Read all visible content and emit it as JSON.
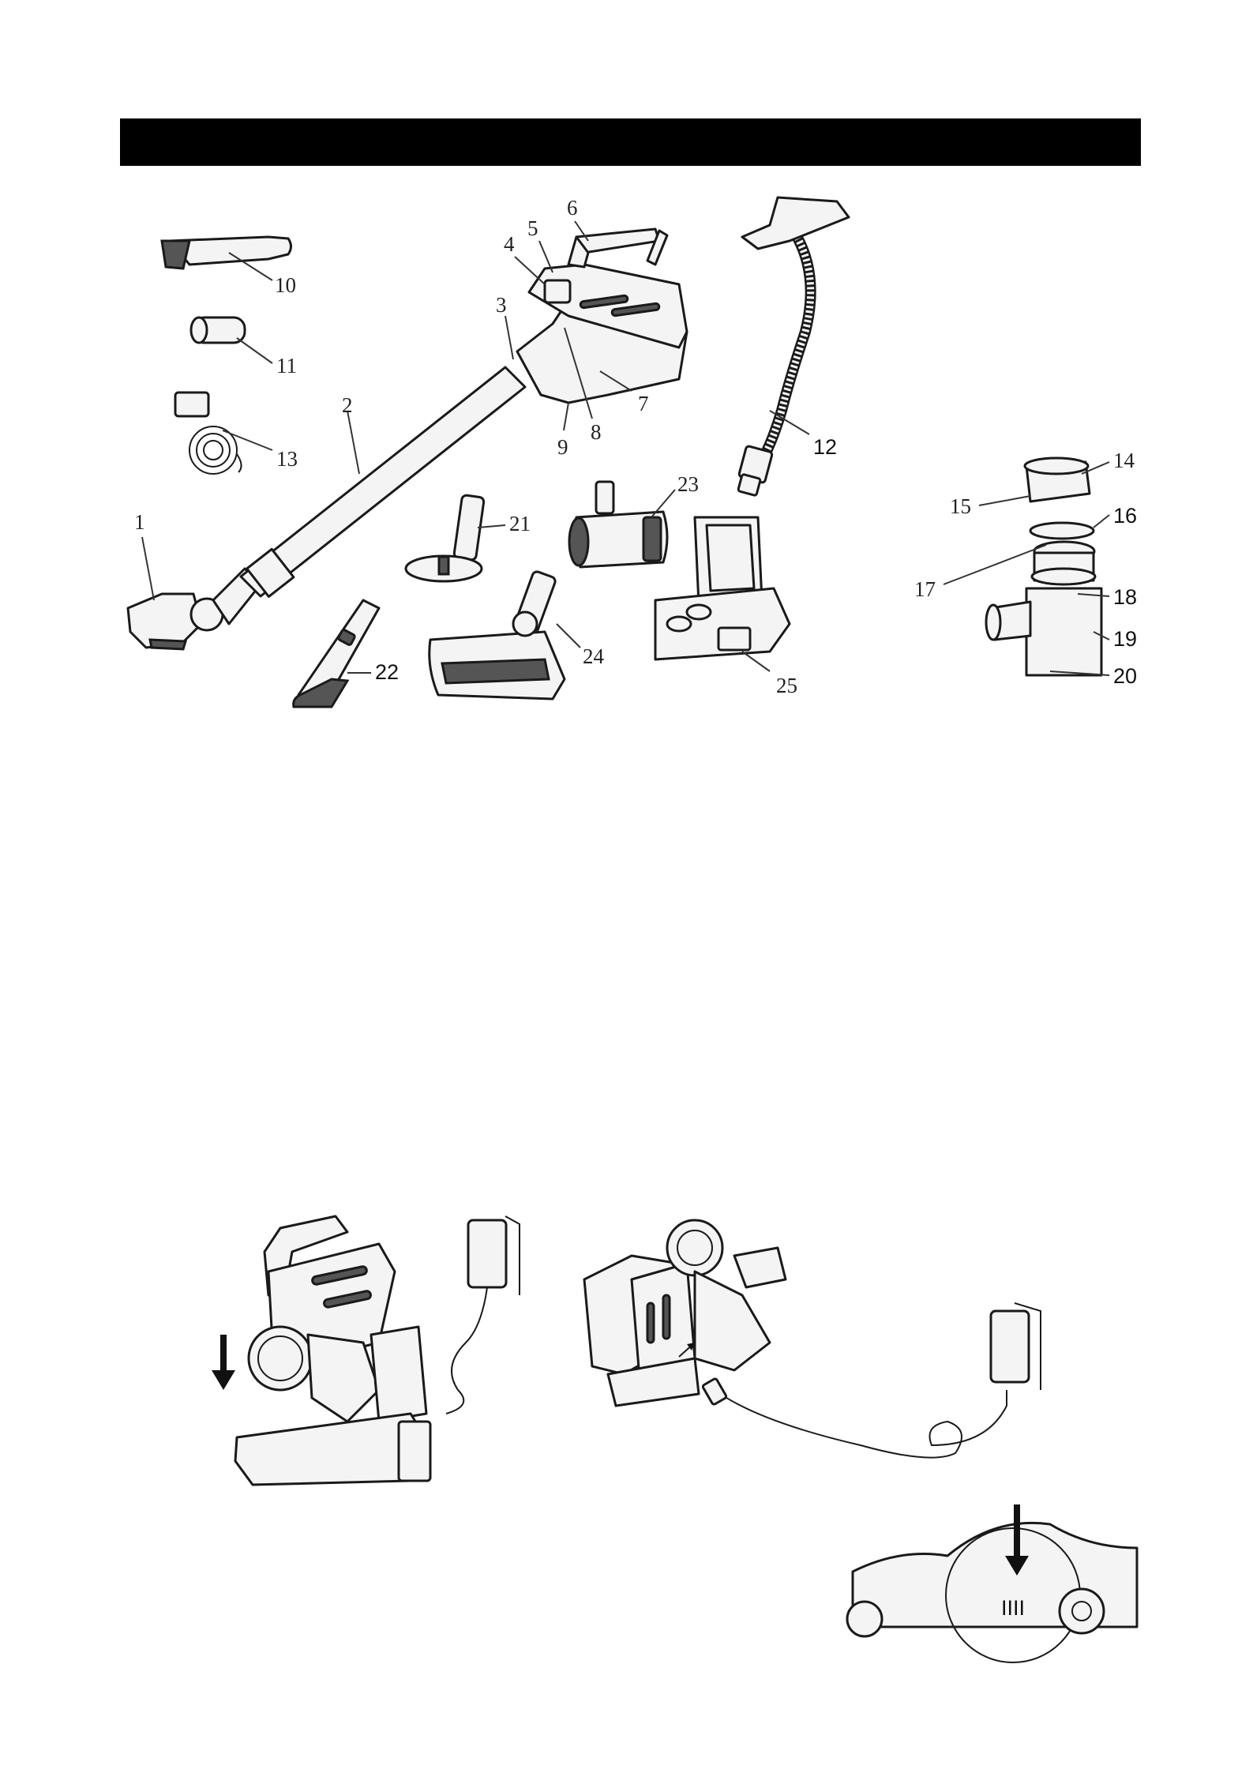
{
  "parts_diagram": {
    "callouts": [
      "1",
      "2",
      "3",
      "4",
      "5",
      "6",
      "7",
      "8",
      "9",
      "10",
      "11",
      "12",
      "13",
      "14",
      "15",
      "16",
      "17",
      "18",
      "19",
      "20",
      "21",
      "22",
      "23",
      "24",
      "25"
    ]
  },
  "charging_illustrations": {
    "dock_charging": {},
    "direct_charging": {},
    "arrow_detail": {
      "marking": "IIII"
    }
  }
}
